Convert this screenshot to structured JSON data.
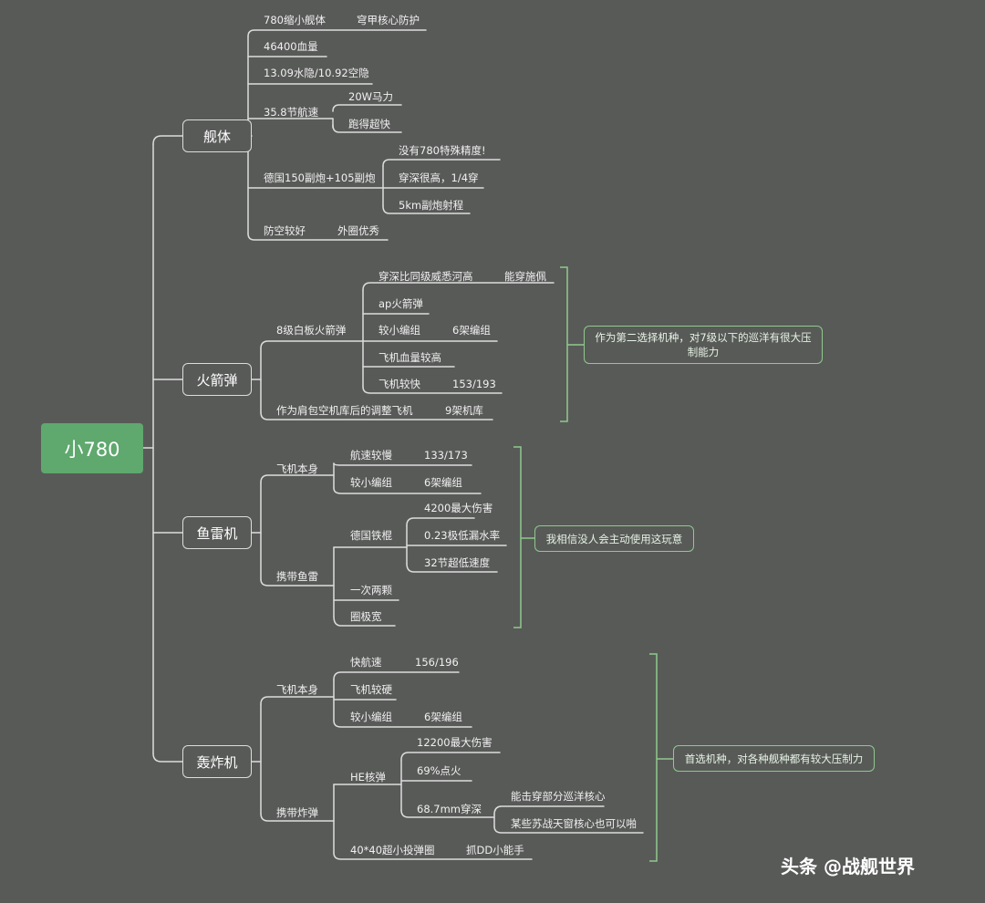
{
  "root": "小780",
  "branches": {
    "hull": "舰体",
    "rocket": "火箭弹",
    "torpedo": "鱼雷机",
    "bomber": "轰炸机"
  },
  "hull": {
    "n1": "780缩小舰体",
    "n1b": "穹甲核心防护",
    "n2": "46400血量",
    "n3": "13.09水隐/10.92空隐",
    "n4": "35.8节航速",
    "n4a": "20W马力",
    "n4b": "跑得超快",
    "n5": "德国150副炮+105副炮",
    "n5a": "没有780特殊精度!",
    "n5b": "穿深很高，1/4穿",
    "n5c": "5km副炮射程",
    "n6": "防空较好",
    "n6b": "外圈优秀"
  },
  "rocket": {
    "n1": "8级白板火箭弹",
    "n1a": "穿深比同级威悉河高",
    "n1a2": "能穿施佩",
    "n1b": "ap火箭弹",
    "n1c": "较小编组",
    "n1c2": "6架编组",
    "n1d": "飞机血量较高",
    "n1e": "飞机较快",
    "n1e2": "153/193",
    "n2": "作为肩包空机库后的调整飞机",
    "n2b": "9架机库",
    "note": "作为第二选择机种，对7级以下的巡洋有很大压制能力"
  },
  "torpedo": {
    "n1": "飞机本身",
    "n1a": "航速较慢",
    "n1a2": "133/173",
    "n1b": "较小编组",
    "n1b2": "6架编组",
    "n2": "携带鱼雷",
    "n2a": "德国铁棍",
    "n2a1": "4200最大伤害",
    "n2a2": "0.23极低漏水率",
    "n2a3": "32节超低速度",
    "n2b": "一次两颗",
    "n2c": "圈极宽",
    "note": "我相信没人会主动使用这玩意"
  },
  "bomber": {
    "n1": "飞机本身",
    "n1a": "快航速",
    "n1a2": "156/196",
    "n1b": "飞机较硬",
    "n1c": "较小编组",
    "n1c2": "6架编组",
    "n2": "携带炸弹",
    "n2a": "HE核弹",
    "n2a1": "12200最大伤害",
    "n2a2": "69%点火",
    "n2a3": "68.7mm穿深",
    "n2a3a": "能击穿部分巡洋核心",
    "n2a3b": "某些苏战天窗核心也可以啪",
    "n2b": "40*40超小投弹圈",
    "n2b2": "抓DD小能手",
    "note": "首选机种，对各种舰种都有较大压制力"
  },
  "watermark": "头条 @战舰世界",
  "colors": {
    "background": "#585a58",
    "root": "#5fa86e",
    "note_border": "#8fc98c",
    "line": "#dcdcdc"
  }
}
